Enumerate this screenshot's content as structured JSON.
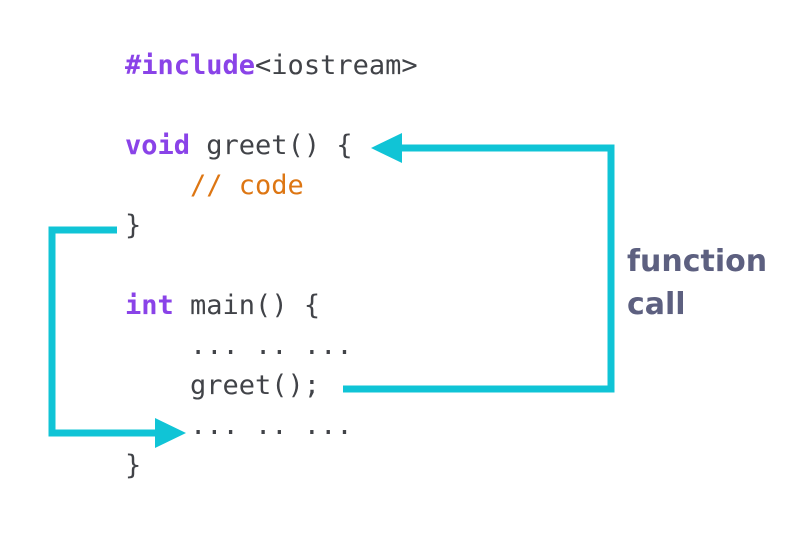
{
  "colors": {
    "background": "#ffffff",
    "keyword": "#8a43e8",
    "plain": "#414348",
    "comment": "#dd7613",
    "accent": "#10c4d6",
    "label": "#5d6080"
  },
  "code": {
    "include": {
      "directive": "#include",
      "header": "<iostream>"
    },
    "greet_def": {
      "keyword": "void",
      "signature": " greet() {"
    },
    "comment_line": "    // code",
    "greet_close": "}",
    "main_def": {
      "keyword": "int",
      "signature": " main() {"
    },
    "dots_before_call": "    ... .. ...",
    "call_statement": "    greet();",
    "dots_after_call": "    ... .. ...",
    "main_close": "}"
  },
  "label": {
    "line1": "function",
    "line2": "call"
  }
}
